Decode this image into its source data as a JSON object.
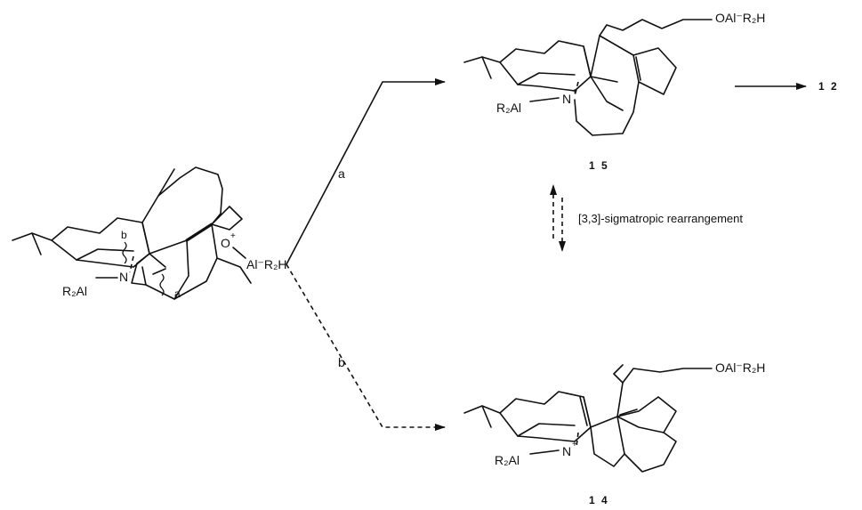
{
  "reactant": {
    "atom_labels": {
      "oxygen": "O",
      "oxygen_charge": "+",
      "aluminate": "Al⁻R₂H",
      "nitrogen": "N",
      "amide": "R₂Al"
    },
    "bond_cleavage_labels": {
      "b": "b",
      "a": "a"
    }
  },
  "pathways": {
    "a_label": "a",
    "b_label": "b"
  },
  "compound_15": {
    "number": "1 5",
    "sidechain": "OAl⁻R₂H",
    "iminium_n": "N",
    "n_charge": "+",
    "amide": "R₂Al"
  },
  "compound_14": {
    "number": "1 4",
    "sidechain": "OAl⁻R₂H",
    "iminium_n": "N",
    "n_charge": "+",
    "amide": "R₂Al"
  },
  "product": {
    "number": "1 2"
  },
  "equilibrium_label": "[3,3]-sigmatropic rearrangement"
}
